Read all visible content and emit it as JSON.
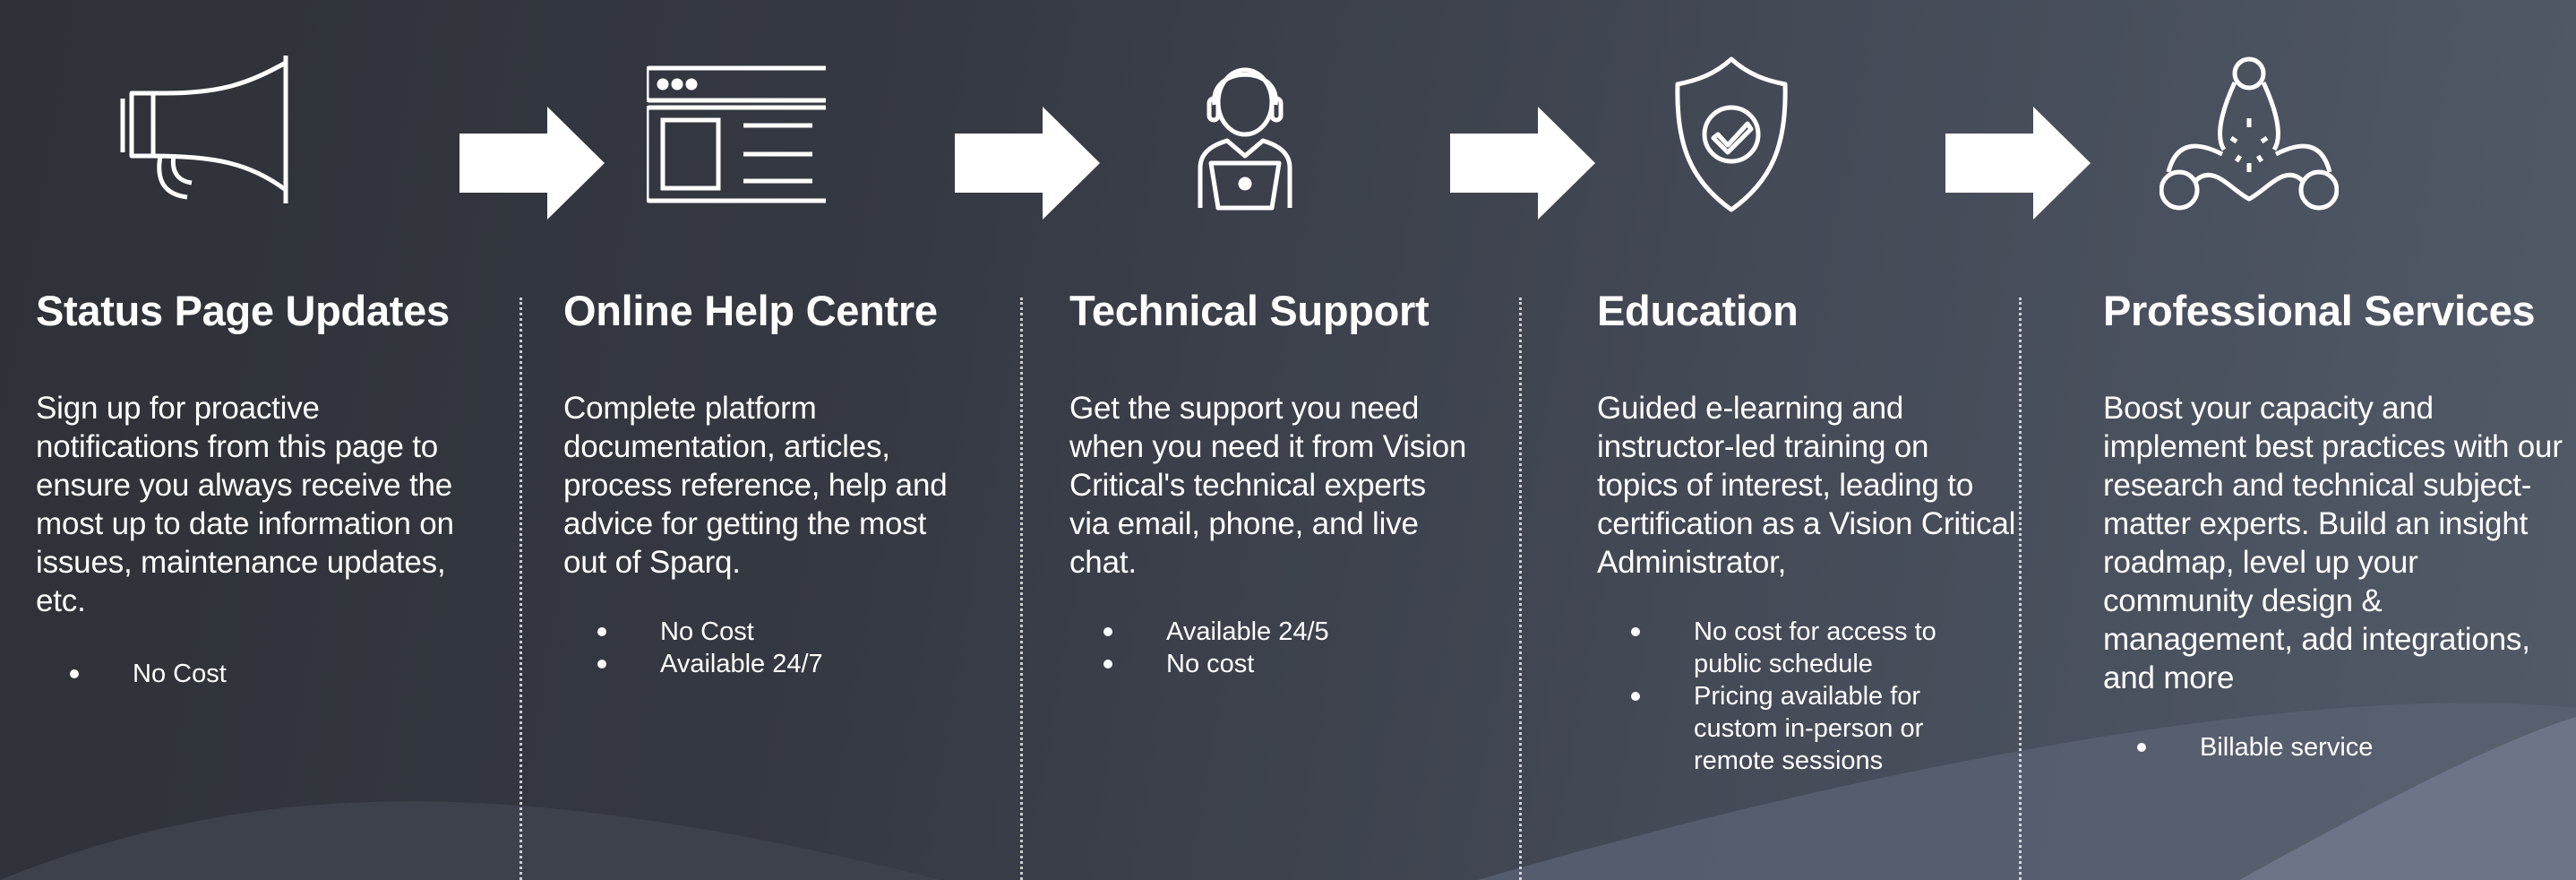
{
  "colors": {
    "background_dark": "#2e3137",
    "background_light": "#525a68",
    "text": "#ffffff"
  },
  "columns": [
    {
      "icon": "megaphone-icon",
      "title": "Status Page Updates",
      "description": "Sign up for proactive notifications from this page to ensure you always receive the most up to date information on issues, maintenance updates, etc.",
      "bullets": [
        "No Cost"
      ]
    },
    {
      "icon": "browser-window-icon",
      "title": "Online Help Centre",
      "description": "Complete platform documentation, articles, process reference, help and advice for getting the most out of Sparq.",
      "bullets": [
        "No Cost",
        "Available 24/7"
      ]
    },
    {
      "icon": "support-agent-icon",
      "title": "Technical Support",
      "description": "Get the support you need when you need it from Vision Critical's technical experts via email, phone, and live chat.",
      "bullets": [
        "Available 24/5",
        "No cost"
      ]
    },
    {
      "icon": "shield-check-icon",
      "title": "Education",
      "description": "Guided e-learning and instructor-led training on topics of interest, leading to certification as a Vision Critical Administrator,",
      "bullets": [
        "No cost for access to public schedule",
        "Pricing available for custom in-person or remote sessions"
      ]
    },
    {
      "icon": "team-collaboration-icon",
      "title": "Professional Services",
      "description": "Boost your capacity and implement best practices with our research and technical subject-matter experts. Build an insight roadmap, level up your community design & management, add integrations, and more",
      "bullets": [
        "Billable service"
      ]
    }
  ]
}
